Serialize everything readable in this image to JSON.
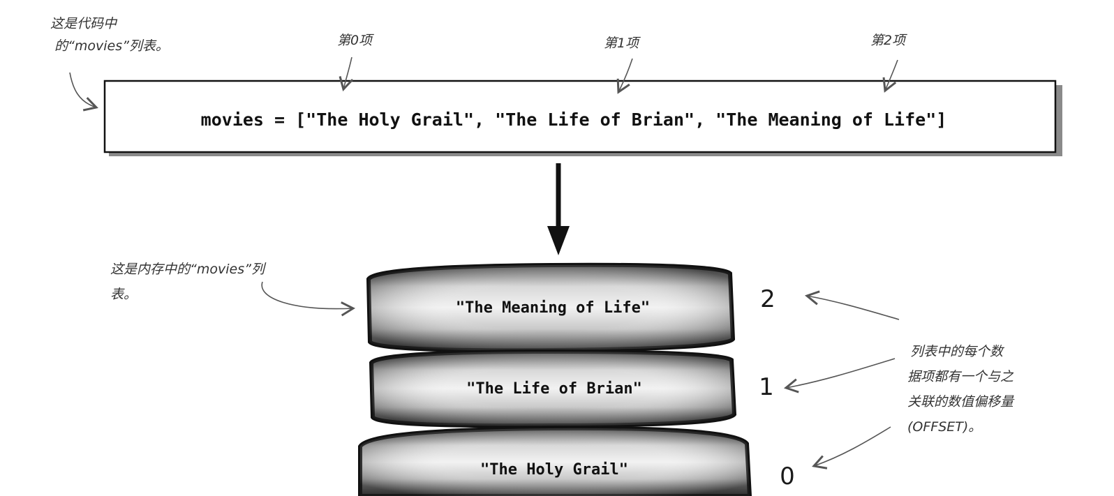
{
  "code_box": {
    "text": "movies = [\"The Holy Grail\", \"The Life of Brian\", \"The Meaning of Life\"]"
  },
  "item_labels": [
    "第0项",
    "第1项",
    "第2项"
  ],
  "note_code_list": {
    "line1": "这是代码中",
    "line2": "的“movies”列表。"
  },
  "note_memory_list": {
    "line1": "这是内存中的“movies”列",
    "line2": "表。"
  },
  "note_offset": {
    "line1": "列表中的每个数",
    "line2": "据项都有一个与之",
    "line3": "关联的数值偏移量",
    "line4": "(OFFSET)。"
  },
  "stack": [
    {
      "label": "\"The Meaning of Life\"",
      "offset": "2"
    },
    {
      "label": "\"The Life of Brian\"",
      "offset": "1"
    },
    {
      "label": "\"The Holy Grail\"",
      "offset": "0"
    }
  ]
}
